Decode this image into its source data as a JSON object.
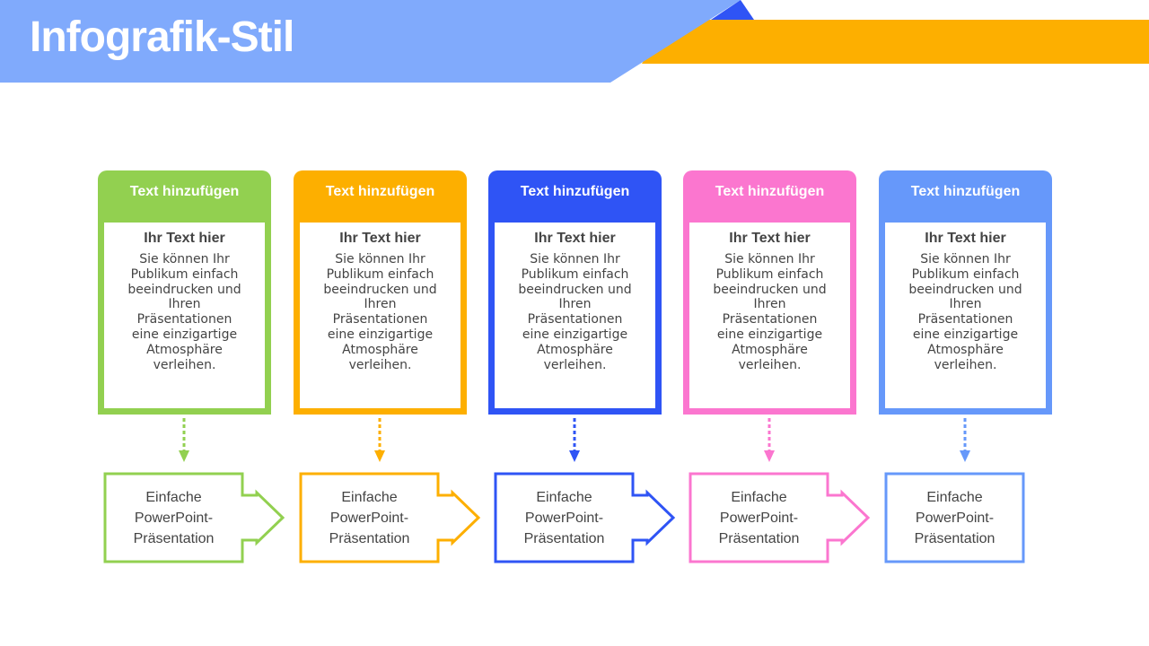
{
  "title": "Infografik-Stil",
  "colors": {
    "banner": "#80aafc",
    "banner_accent": "#2f54f5",
    "orange": "#fdaf00"
  },
  "columns": [
    {
      "header": "Text hinzufügen",
      "subtitle": "Ihr Text hier",
      "body": "Sie können Ihr Publikum einfach beeindrucken und Ihren Präsentationen eine einzigartige Atmosphäre verleihen.",
      "step": "Einfache PowerPoint-Präsentation",
      "color": "#92d050"
    },
    {
      "header": "Text hinzufügen",
      "subtitle": "Ihr Text hier",
      "body": "Sie können Ihr Publikum einfach beeindrucken und Ihren Präsentationen eine einzigartige Atmosphäre verleihen.",
      "step": "Einfache PowerPoint-Präsentation",
      "color": "#fdaf00"
    },
    {
      "header": "Text hinzufügen",
      "subtitle": "Ihr Text hier",
      "body": "Sie können Ihr Publikum einfach beeindrucken und Ihren Präsentationen eine einzigartige Atmosphäre verleihen.",
      "step": "Einfache PowerPoint-Präsentation",
      "color": "#2f54f5"
    },
    {
      "header": "Text hinzufügen",
      "subtitle": "Ihr Text hier",
      "body": "Sie können Ihr Publikum einfach beeindrucken und Ihren Präsentationen eine einzigartige Atmosphäre verleihen.",
      "step": "Einfache PowerPoint-Präsentation",
      "color": "#fb76cf"
    },
    {
      "header": "Text hinzufügen",
      "subtitle": "Ihr Text hier",
      "body": "Sie können Ihr Publikum einfach beeindrucken und Ihren Präsentationen eine einzigartige Atmosphäre verleihen.",
      "step": "Einfache PowerPoint-Präsentation",
      "color": "#6698fa"
    }
  ]
}
